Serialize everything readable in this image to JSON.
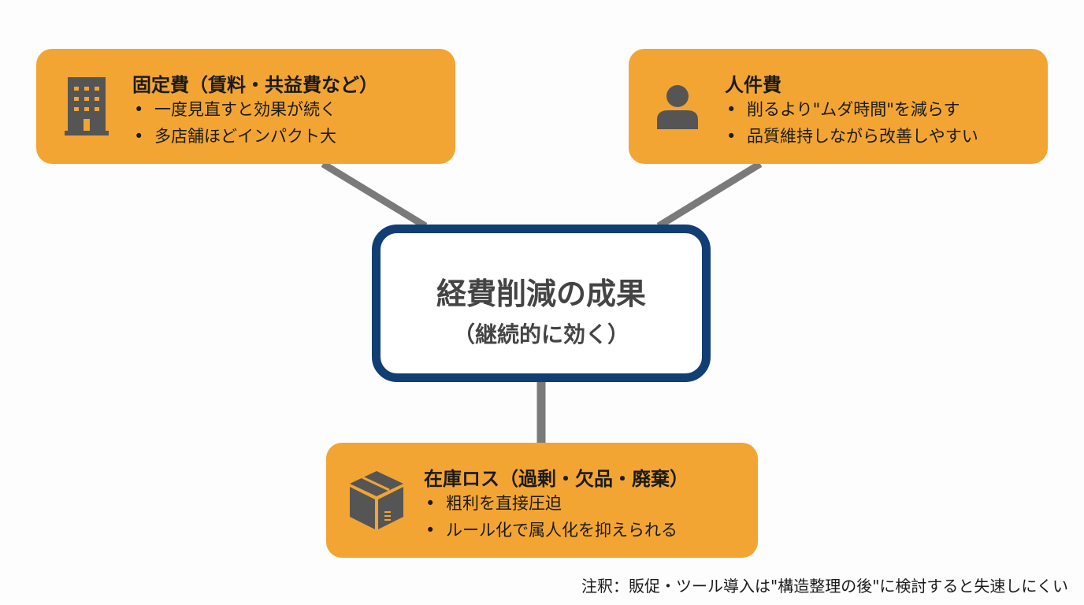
{
  "center": {
    "title": "経費削減の成果",
    "subtitle": "（継続的に効く）"
  },
  "nodes": [
    {
      "icon": "building-icon",
      "title": "固定費（賃料・共益費など）",
      "bullets": [
        "一度見直すと効果が続く",
        "多店舗ほどインパクト大"
      ]
    },
    {
      "icon": "person-icon",
      "title": "人件費",
      "bullets": [
        "削るより\"ムダ時間\"を減らす",
        "品質維持しながら改善しやすい"
      ]
    },
    {
      "icon": "box-icon",
      "title": "在庫ロス（過剰・欠品・廃棄）",
      "bullets": [
        "粗利を直接圧迫",
        "ルール化で属人化を抑えられる"
      ]
    }
  ],
  "note": "注釈：販促・ツール導入は\"構造整理の後\"に検討すると失速しにくい",
  "colors": {
    "box": "#F2A533",
    "border": "#123F73",
    "connector": "#7a7a7a",
    "icon": "#555555"
  }
}
